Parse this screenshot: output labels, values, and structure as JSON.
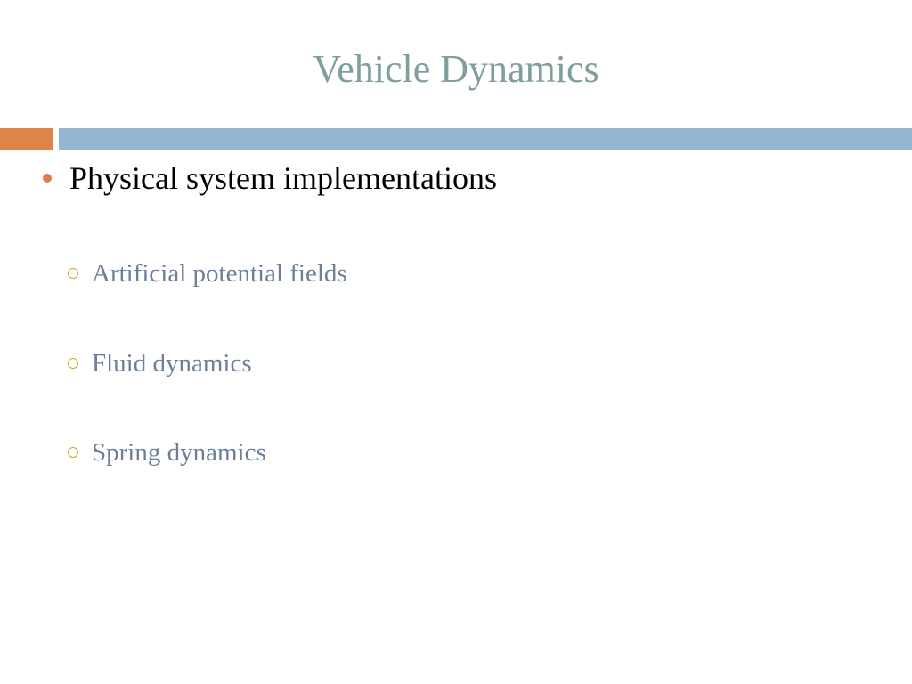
{
  "slide": {
    "title": "Vehicle Dynamics",
    "bullets": [
      {
        "text": "Physical system implementations",
        "sub_bullets": [
          "Artificial potential fields",
          "Fluid dynamics",
          "Spring dynamics"
        ]
      }
    ]
  },
  "colors": {
    "title": "#7f9e9c",
    "accent_bar": "#df8448",
    "main_bar": "#93b6d2",
    "bullet_dot": "#df7a4a",
    "sub_bullet_ring": "#c8a825",
    "sub_bullet_text": "#6b7f9a"
  }
}
